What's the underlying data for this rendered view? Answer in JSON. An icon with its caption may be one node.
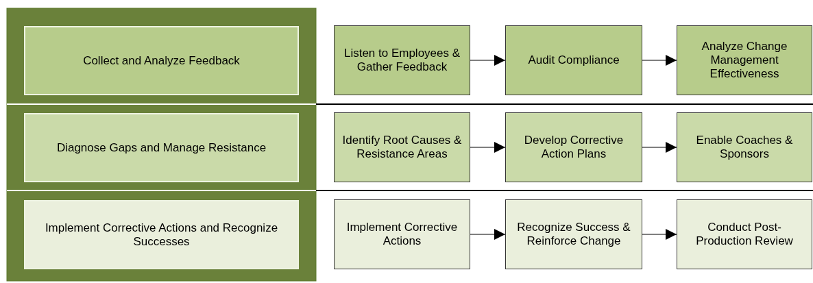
{
  "diagram": {
    "nodes": [
      {
        "text": [
          "Collect and Analyze Feedback"
        ]
      },
      {
        "text": [
          "Listen to Employees & Gather Feedback"
        ]
      },
      {
        "text": [
          "Audit Compliance"
        ]
      },
      {
        "text": [
          "Analyze Change Management Effectiveness"
        ]
      },
      {
        "text": [
          "Diagnose Gaps and Manage Resistance"
        ]
      },
      {
        "text": [
          "Identify Root Causes & Resistance Areas"
        ]
      },
      {
        "text": [
          "Develop Corrective Action Plans"
        ]
      },
      {
        "text": [
          "Enable Coaches & Sponsors"
        ]
      },
      {
        "text": [
          "Implement Corrective Actions and Recognize Successes"
        ]
      },
      {
        "text": [
          "Implement Corrective Actions"
        ]
      },
      {
        "text": [
          "Recognize Success & Reinforce Change"
        ]
      },
      {
        "text": [
          "Conduct Post-Production Review"
        ]
      }
    ],
    "edges": [
      {
        "from": 1,
        "to": 2,
        "arrow": "to"
      },
      {
        "from": 2,
        "to": 3,
        "arrow": "to"
      },
      {
        "from": 5,
        "to": 6,
        "arrow": "to"
      },
      {
        "from": 6,
        "to": 7,
        "arrow": "to"
      },
      {
        "from": 9,
        "to": 10,
        "arrow": "to"
      },
      {
        "from": 10,
        "to": 11,
        "arrow": "to"
      }
    ]
  }
}
